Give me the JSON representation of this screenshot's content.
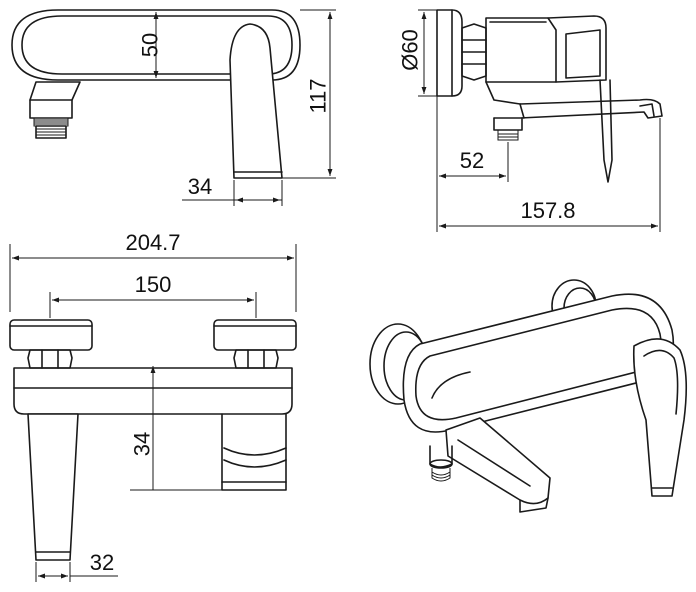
{
  "dimensions": {
    "front_body_height": "50",
    "front_total_height": "117",
    "front_lever_width": "34",
    "side_rosette_diameter": "Ø60",
    "side_wall_to_outlet": "52",
    "side_total_depth": "157.8",
    "top_total_width": "204.7",
    "top_centers": "150",
    "top_lever_height": "34",
    "top_lever_width": "32"
  },
  "colors": {
    "line": "#1a1a1a",
    "background": "#ffffff"
  }
}
